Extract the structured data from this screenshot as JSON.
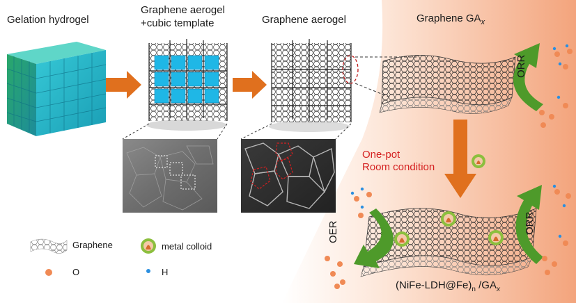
{
  "titles": {
    "gelation": "Gelation hydrogel",
    "template_line1": "Graphene aerogel",
    "template_line2": "+cubic template",
    "aerogel": "Graphene aerogel",
    "ga_base": "Graphene GA",
    "ga_sub": "x"
  },
  "condition": {
    "line1": "One-pot",
    "line2": "Room condition"
  },
  "reactions": {
    "orr_top": "ORR",
    "orr_bottom": "ORR",
    "oer": "OER"
  },
  "product": {
    "pre": "(NiFe-LDH@Fe)",
    "sub_n": "n",
    "mid": " /GA",
    "sub_x": "x"
  },
  "legend": {
    "graphene": "Graphene",
    "metal_colloid": "metal colloid",
    "o": "O",
    "h": "H"
  },
  "colors": {
    "background_orange": "#f2a67e",
    "arrow_orange": "#e0701e",
    "arrow_green": "#4e9a2a",
    "cube_cyan": "#1fb7c9",
    "o_atom": "#f08a55",
    "h_atom": "#2b8fe0",
    "red_label": "#d42020"
  },
  "icons": [
    "graphene-sheet-icon",
    "metal-colloid-icon",
    "oxygen-atom-icon",
    "hydrogen-atom-icon"
  ]
}
